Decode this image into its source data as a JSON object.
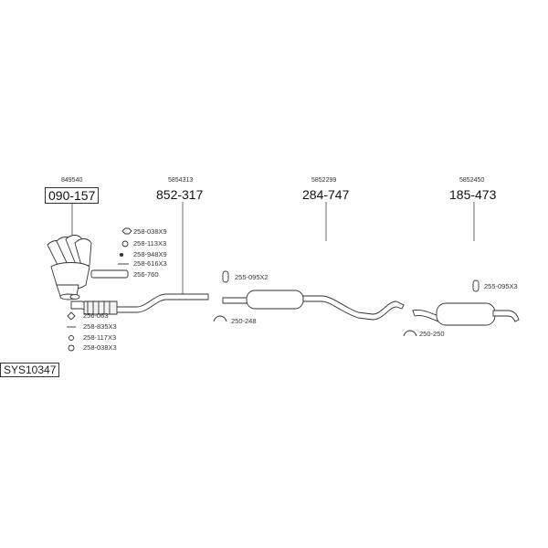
{
  "system_code": "SYS10347",
  "assemblies": {
    "manifold": {
      "oem": "849540",
      "part": "090-157"
    },
    "front_pipe": {
      "oem": "5854313",
      "part": "852-317"
    },
    "middle": {
      "oem": "5852299",
      "part": "284-747"
    },
    "rear": {
      "oem": "5852450",
      "part": "185-473"
    }
  },
  "fittings": {
    "f1": "258-038X9",
    "f2": "258-113X3",
    "f3": "258-948X9",
    "f4": "258-616X3",
    "f5": "256-760",
    "f6": "256-063",
    "f7": "258-835X3",
    "f8": "258-117X3",
    "f9": "258-038X3",
    "f10": "255-095X2",
    "f11": "250-248",
    "f12": "255-095X3",
    "f13": "250-250"
  }
}
